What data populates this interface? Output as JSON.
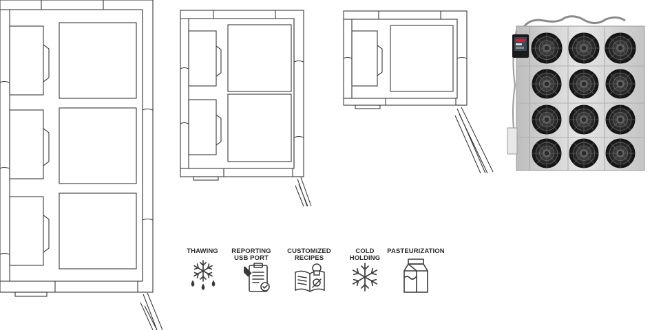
{
  "cabinets": [
    {
      "id": "large",
      "sections": 3
    },
    {
      "id": "medium",
      "sections": 2
    },
    {
      "id": "small",
      "sections": 1
    }
  ],
  "condenser_unit": {
    "fan_rows": 4,
    "fan_columns": 3,
    "controller": "touchscreen-controller"
  },
  "features": [
    {
      "id": "thawing",
      "label": "THAWING",
      "icon": "snowflake-droplets-icon"
    },
    {
      "id": "reporting",
      "label": "REPORTING\nUSB PORT",
      "icon": "clipboard-usb-icon"
    },
    {
      "id": "recipes",
      "label": "CUSTOMIZED\nRECIPES",
      "icon": "recipe-book-chef-hat-icon"
    },
    {
      "id": "cold",
      "label": "COLD\nHOLDING",
      "icon": "snowflake-icon"
    },
    {
      "id": "pasteurization",
      "label": "PASTEURIZATION",
      "icon": "milk-carton-icon"
    }
  ],
  "colors": {
    "line": "#3a3a3a",
    "unit_panel": "#cfcfcf",
    "fan_dark": "#1f1f1f"
  }
}
